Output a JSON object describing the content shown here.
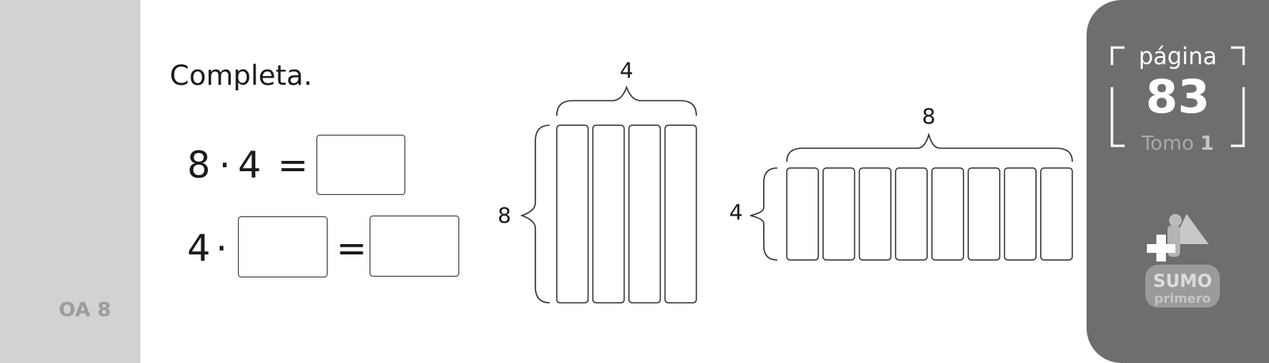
{
  "sidebar": {
    "oa_label": "OA 8"
  },
  "header_panel": {
    "page_label": "página",
    "page_number": "83",
    "tomo_label": "Tomo",
    "tomo_number": "1"
  },
  "exercise": {
    "instruction": "Completa.",
    "eq1": {
      "a": "8",
      "op": "·",
      "b": "4",
      "eq": "="
    },
    "eq2": {
      "a": "4",
      "op": "·",
      "eq": "="
    }
  },
  "diagram1": {
    "columns": 4,
    "rows_label": "8",
    "cols_label": "4"
  },
  "diagram2": {
    "columns": 8,
    "rows_label": "4",
    "cols_label": "8"
  },
  "logo": {
    "line1": "SUMO",
    "line2": "primero"
  },
  "colors": {
    "sidebar": "#d2d2d2",
    "panel": "#6e6e6e",
    "ink": "#1a1a1a"
  }
}
